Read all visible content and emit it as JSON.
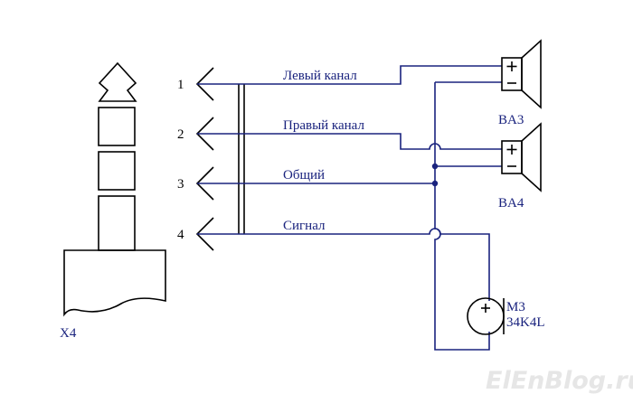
{
  "colors": {
    "wire": "#1a237e",
    "outline": "#000000",
    "label": "#1a237e",
    "watermark": "#e6e6e6"
  },
  "connector": {
    "designator": "X4",
    "pins": [
      {
        "number": "1",
        "signal": "Левый канал"
      },
      {
        "number": "2",
        "signal": "Правый канал"
      },
      {
        "number": "3",
        "signal": "Общий"
      },
      {
        "number": "4",
        "signal": "Сигнал"
      }
    ]
  },
  "speakers": [
    {
      "designator": "BA3",
      "plus": "+",
      "minus": "−"
    },
    {
      "designator": "BA4",
      "plus": "+",
      "minus": "−"
    }
  ],
  "microphone": {
    "designator": "M3",
    "model": "34K4L",
    "plus": "+"
  },
  "watermark": "ElEnBlog.ru"
}
